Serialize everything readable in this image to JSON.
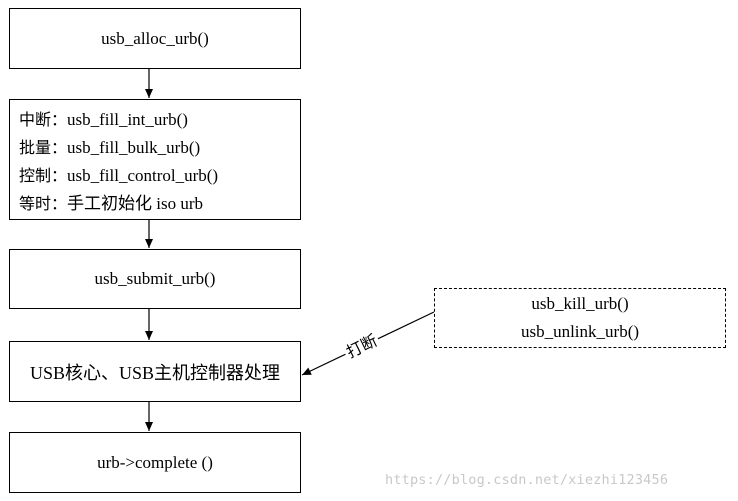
{
  "flow": {
    "alloc": "usb_alloc_urb()",
    "fill": [
      {
        "type": "中断：",
        "func": "usb_fill_int_urb()"
      },
      {
        "type": "批量：",
        "func": "usb_fill_bulk_urb()"
      },
      {
        "type": "控制：",
        "func": "usb_fill_control_urb()"
      },
      {
        "type": "等时：",
        "func": "手工初始化 iso urb"
      }
    ],
    "submit": "usb_submit_urb()",
    "core": "USB核心、USB主机控制器处理",
    "complete": "urb->complete ()"
  },
  "cancel": {
    "kill": "usb_kill_urb()",
    "unlink": "usb_unlink_urb()",
    "arrow_label": "打断"
  },
  "watermark": "https://blog.csdn.net/xiezhi123456"
}
